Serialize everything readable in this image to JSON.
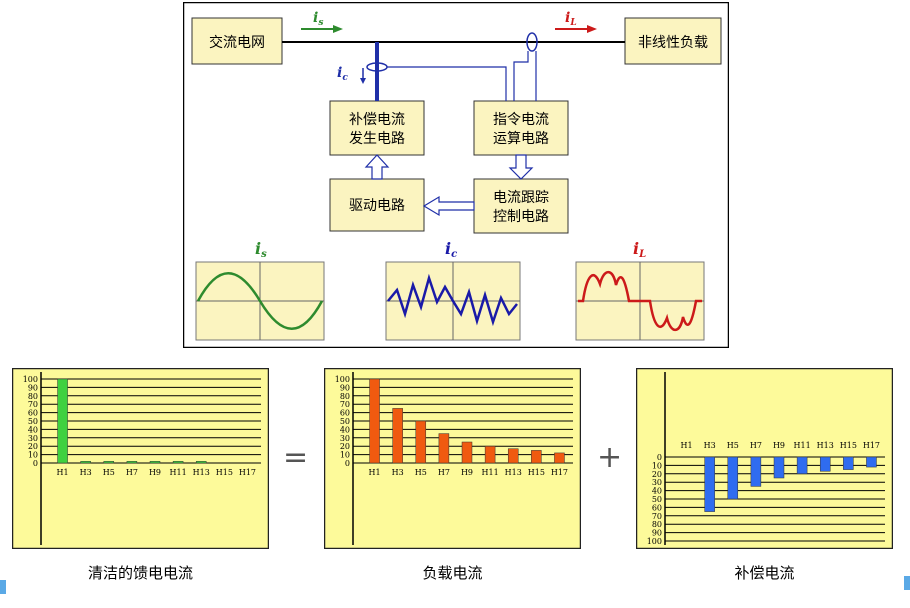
{
  "diagram": {
    "source": "交流电网",
    "load": "非线性负载",
    "comp_gen": [
      "补偿电流",
      "发生电路"
    ],
    "cmd_calc": [
      "指令电流",
      "运算电路"
    ],
    "driver": "驱动电路",
    "tracking": [
      "电流跟踪",
      "控制电路"
    ],
    "is_label": "i",
    "is_sub": "s",
    "ic_label": "i",
    "ic_sub": "c",
    "il_label": "i",
    "il_sub": "L"
  },
  "captions": {
    "left": "清洁的馈电电流",
    "middle": "负载电流",
    "right": "补偿电流",
    "equals": "=",
    "plus": "+"
  },
  "colors": {
    "box_fill": "#fbf4c0",
    "line_blue": "#1f2fa8",
    "wave_green": "#2e8b2e",
    "wave_blue": "#1a1aa8",
    "wave_red": "#cc1a1a",
    "bar_green": "#3fd13f",
    "bar_orange": "#f05a10",
    "bar_blue": "#2f6cf0",
    "chart_bg": "#fdfa9a"
  },
  "chart_data": [
    {
      "type": "bar",
      "categories": [
        "H1",
        "H3",
        "H5",
        "H7",
        "H9",
        "H11",
        "H13",
        "H15",
        "H17"
      ],
      "values": [
        100,
        2,
        2,
        2,
        2,
        2,
        2,
        0,
        0
      ],
      "ylim": [
        0,
        100
      ],
      "yticks": [
        0,
        10,
        20,
        30,
        40,
        50,
        60,
        70,
        80,
        90,
        100
      ],
      "title": "",
      "xlabel": "",
      "ylabel": ""
    },
    {
      "type": "bar",
      "categories": [
        "H1",
        "H3",
        "H5",
        "H7",
        "H9",
        "H11",
        "H13",
        "H15",
        "H17"
      ],
      "values": [
        100,
        65,
        50,
        35,
        25,
        20,
        17,
        15,
        12
      ],
      "ylim": [
        0,
        100
      ],
      "yticks": [
        0,
        10,
        20,
        30,
        40,
        50,
        60,
        70,
        80,
        90,
        100
      ],
      "title": "",
      "xlabel": "",
      "ylabel": ""
    },
    {
      "type": "bar",
      "categories": [
        "H1",
        "H3",
        "H5",
        "H7",
        "H9",
        "H11",
        "H13",
        "H15",
        "H17"
      ],
      "values": [
        0,
        -65,
        -50,
        -35,
        -25,
        -20,
        -17,
        -15,
        -12
      ],
      "ylim": [
        -100,
        0
      ],
      "yticks": [
        0,
        10,
        20,
        30,
        40,
        50,
        60,
        70,
        80,
        90,
        100
      ],
      "title": "",
      "xlabel": "",
      "ylabel": ""
    }
  ]
}
